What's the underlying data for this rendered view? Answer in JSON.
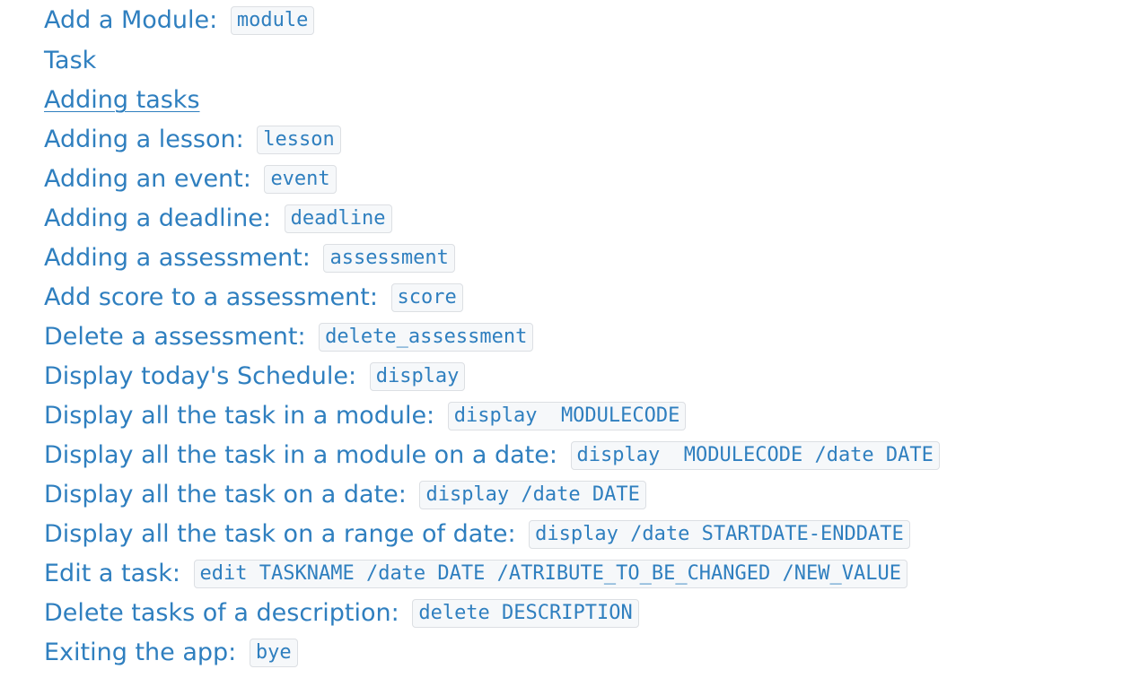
{
  "items": [
    {
      "label": "Add a Module: ",
      "code": "module"
    },
    {
      "label": "Task"
    },
    {
      "label": "Adding tasks"
    },
    {
      "label": "Adding a lesson: ",
      "code": "lesson"
    },
    {
      "label": "Adding an event: ",
      "code": "event"
    },
    {
      "label": "Adding a deadline: ",
      "code": "deadline"
    },
    {
      "label": "Adding a assessment: ",
      "code": "assessment"
    },
    {
      "label": "Add score to a assessment: ",
      "code": "score"
    },
    {
      "label": "Delete a assessment: ",
      "code": "delete_assessment"
    },
    {
      "label": "Display today's Schedule: ",
      "code": "display"
    },
    {
      "label": "Display all the task in a module: ",
      "code": "display  MODULECODE"
    },
    {
      "label": "Display all the task in a module on a date: ",
      "code": "display  MODULECODE /date DATE"
    },
    {
      "label": "Display all the task on a date: ",
      "code": "display /date DATE"
    },
    {
      "label": "Display all the task on a range of date: ",
      "code": "display /date STARTDATE-ENDDATE"
    },
    {
      "label": "Edit a task: ",
      "code": "edit TASKNAME /date DATE /ATRIBUTE_TO_BE_CHANGED /NEW_VALUE"
    },
    {
      "label": "Delete tasks of a description:  ",
      "code": "delete DESCRIPTION"
    },
    {
      "label": "Exiting the app: ",
      "code": "bye"
    }
  ]
}
